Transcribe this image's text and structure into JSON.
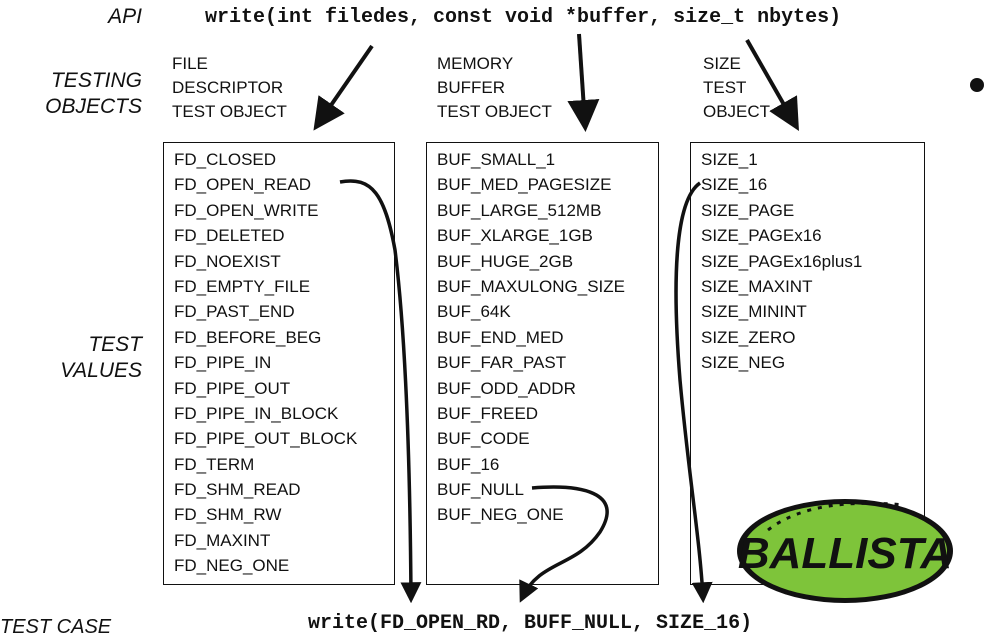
{
  "labels": {
    "api": "API",
    "testing_objects": [
      "TESTING",
      "OBJECTS"
    ],
    "test_values": [
      "TEST",
      "VALUES"
    ],
    "test_case": "TEST CASE"
  },
  "api_signature": "write(int filedes, const void *buffer, size_t nbytes)",
  "test_case_call": "write(FD_OPEN_RD, BUFF_NULL, SIZE_16)",
  "columns": [
    {
      "header": [
        "FILE",
        "DESCRIPTOR",
        "TEST OBJECT"
      ],
      "values": [
        "FD_CLOSED",
        "FD_OPEN_READ",
        "FD_OPEN_WRITE",
        "FD_DELETED",
        "FD_NOEXIST",
        "FD_EMPTY_FILE",
        "FD_PAST_END",
        "FD_BEFORE_BEG",
        "FD_PIPE_IN",
        "FD_PIPE_OUT",
        "FD_PIPE_IN_BLOCK",
        "FD_PIPE_OUT_BLOCK",
        "FD_TERM",
        "FD_SHM_READ",
        "FD_SHM_RW",
        "FD_MAXINT",
        "FD_NEG_ONE"
      ]
    },
    {
      "header": [
        "MEMORY",
        "BUFFER",
        "TEST OBJECT"
      ],
      "values": [
        "BUF_SMALL_1",
        "BUF_MED_PAGESIZE",
        "BUF_LARGE_512MB",
        "BUF_XLARGE_1GB",
        "BUF_HUGE_2GB",
        "BUF_MAXULONG_SIZE",
        "BUF_64K",
        "BUF_END_MED",
        "BUF_FAR_PAST",
        "BUF_ODD_ADDR",
        "BUF_FREED",
        "BUF_CODE",
        "BUF_16",
        "BUF_NULL",
        "BUF_NEG_ONE"
      ]
    },
    {
      "header": [
        "SIZE",
        "TEST",
        "OBJECT"
      ],
      "values": [
        "SIZE_1",
        "SIZE_16",
        "SIZE_PAGE",
        "SIZE_PAGEx16",
        "SIZE_PAGEx16plus1",
        "SIZE_MAXINT",
        "SIZE_MININT",
        "SIZE_ZERO",
        "SIZE_NEG"
      ]
    }
  ],
  "logo": {
    "text": "BALLISTA",
    "colors": {
      "fill": "#7ec43a",
      "outline": "#111111",
      "text": "#111111"
    }
  }
}
